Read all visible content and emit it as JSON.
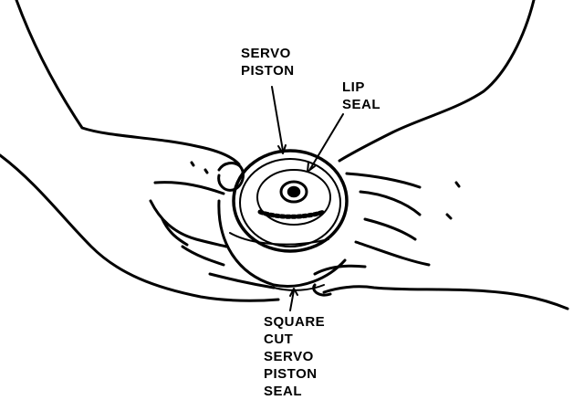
{
  "labels": {
    "servo_piston": [
      "SERVO",
      "PISTON"
    ],
    "lip_seal": [
      "LIP",
      "SEAL"
    ],
    "square_cut_seal": [
      "SQUARE",
      "CUT",
      "SERVO",
      "PISTON",
      "SEAL"
    ]
  },
  "colors": {
    "ink": "#000000",
    "paper": "#ffffff"
  }
}
